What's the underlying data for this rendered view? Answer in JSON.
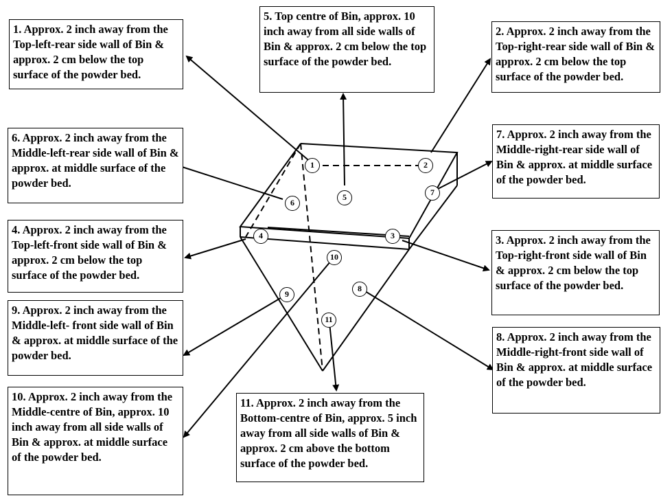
{
  "colors": {
    "ink": "#000000",
    "background": "#ffffff"
  },
  "callouts": [
    {
      "id": "1",
      "num": "1.",
      "text": "Approx. 2 inch away from the Top-left-rear side wall of Bin & approx. 2 cm below the top surface of the powder bed."
    },
    {
      "id": "2",
      "num": "2.",
      "text": "Approx. 2 inch away from the Top-right-rear side wall of Bin & approx. 2 cm below the top surface of the powder bed."
    },
    {
      "id": "3",
      "num": "3.",
      "text": "Approx. 2 inch away from the Top-right-front side wall of Bin & approx. 2 cm below the top surface of the powder bed."
    },
    {
      "id": "4",
      "num": "4.",
      "text": "Approx. 2 inch away from the Top-left-front side wall of Bin & approx. 2 cm below the top surface of the powder bed."
    },
    {
      "id": "5",
      "num": "5.",
      "text": "Top centre of Bin, approx. 10 inch away from all side walls of Bin & approx. 2 cm below the top surface of the powder bed."
    },
    {
      "id": "6",
      "num": "6.",
      "text": "Approx. 2 inch away from the Middle-left-rear side wall of Bin & approx. at middle surface of the powder bed."
    },
    {
      "id": "7",
      "num": "7.",
      "text": "Approx. 2 inch away from the Middle-right-rear side wall of Bin & approx. at middle surface of the powder bed."
    },
    {
      "id": "8",
      "num": "8.",
      "text": "Approx. 2 inch away from the Middle-right-front side wall of Bin & approx. at middle surface of the powder bed."
    },
    {
      "id": "9",
      "num": "9.",
      "text": "Approx. 2 inch away from the Middle-left- front side wall of Bin & approx. at middle surface of the powder bed."
    },
    {
      "id": "10",
      "num": "10.",
      "text": "Approx. 2 inch away from the Middle-centre of Bin, approx. 10 inch away from all side walls of Bin & approx. at middle surface of the powder bed."
    },
    {
      "id": "11",
      "num": "11.",
      "text": "Approx. 2 inch away from the Bottom-centre of Bin, approx. 5 inch away from all side walls of Bin & approx. 2 cm above the bottom surface of the powder bed."
    }
  ],
  "markers": [
    "1",
    "2",
    "3",
    "4",
    "5",
    "6",
    "7",
    "8",
    "9",
    "10",
    "11"
  ]
}
